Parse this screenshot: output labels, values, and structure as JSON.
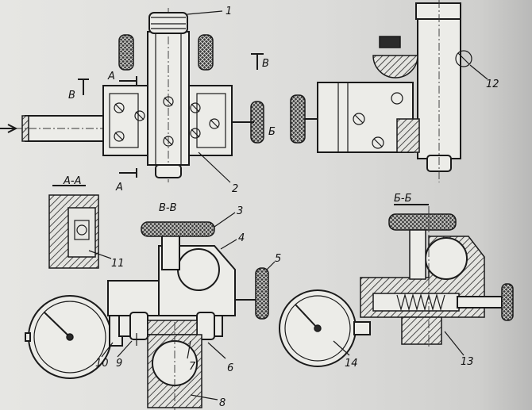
{
  "section_labels": {
    "aa": "А-А",
    "vv": "В-В",
    "bb": "Б-Б"
  },
  "cut_labels": {
    "a_top": "А",
    "a_bottom": "А",
    "v_left": "В",
    "v_right": "В",
    "b_right": "Б"
  },
  "callouts": {
    "c1": "1",
    "c2": "2",
    "c3": "3",
    "c4": "4",
    "c5": "5",
    "c6": "6",
    "c7": "7",
    "c8": "8",
    "c9": "9",
    "c10": "10",
    "c11": "11",
    "c12": "12",
    "c13": "13",
    "c14": "14"
  }
}
